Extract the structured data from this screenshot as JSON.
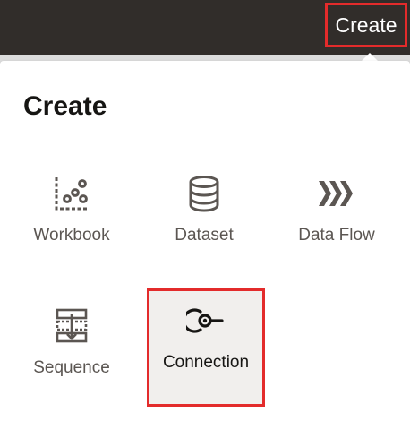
{
  "header": {
    "create_label": "Create"
  },
  "panel": {
    "title": "Create",
    "items": [
      {
        "label": "Workbook",
        "icon": "workbook-scatter-icon"
      },
      {
        "label": "Dataset",
        "icon": "dataset-database-icon"
      },
      {
        "label": "Data Flow",
        "icon": "data-flow-chevrons-icon"
      },
      {
        "label": "Sequence",
        "icon": "sequence-icon"
      },
      {
        "label": "Connection",
        "icon": "connection-plug-icon",
        "selected": true
      }
    ]
  },
  "colors": {
    "topbar": "#312d2a",
    "highlight": "#e32b2b",
    "icon": "#5b5652",
    "selected_bg": "#f1efed"
  }
}
